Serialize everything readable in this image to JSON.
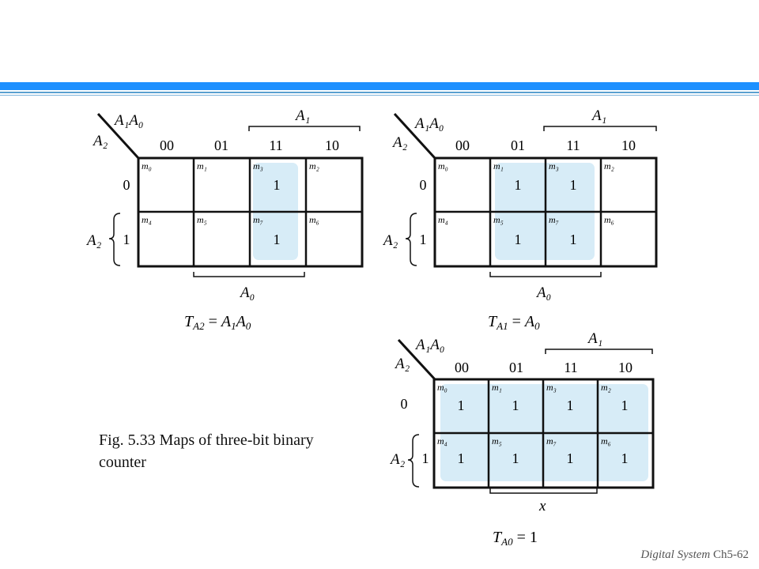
{
  "caption": {
    "line1": "Fig. 5.33 Maps of three-bit binary",
    "line2": "counter"
  },
  "footer": {
    "course": "Digital System",
    "page": "Ch5-62"
  },
  "colors": {
    "header_bar": "#1e90ff",
    "header_lines": "#5aa0d0",
    "highlight_fill": "#d7ecf7",
    "grid": "#111111"
  },
  "maps": [
    {
      "id": "TA2",
      "vars_top": "A₁A₀",
      "var_left": "A₂",
      "col_group_label": "A₁",
      "row_group_label": "A₂",
      "bottom_group_label": "A₀",
      "col_headers": [
        "00",
        "01",
        "11",
        "10"
      ],
      "row_headers": [
        "0",
        "1"
      ],
      "minterms": [
        [
          "m₀",
          "m₁",
          "m₃",
          "m₂"
        ],
        [
          "m₄",
          "m₅",
          "m₇",
          "m₆"
        ]
      ],
      "values": [
        [
          "",
          "",
          "1",
          ""
        ],
        [
          "",
          "",
          "1",
          ""
        ]
      ],
      "group_cells": "column 11",
      "equation": "T_A2 = A1A0"
    },
    {
      "id": "TA1",
      "vars_top": "A₁A₀",
      "var_left": "A₂",
      "col_group_label": "A₁",
      "row_group_label": "A₂",
      "bottom_group_label": "A₀",
      "col_headers": [
        "00",
        "01",
        "11",
        "10"
      ],
      "row_headers": [
        "0",
        "1"
      ],
      "minterms": [
        [
          "m₀",
          "m₁",
          "m₃",
          "m₂"
        ],
        [
          "m₄",
          "m₅",
          "m₇",
          "m₆"
        ]
      ],
      "values": [
        [
          "",
          "1",
          "1",
          ""
        ],
        [
          "",
          "1",
          "1",
          ""
        ]
      ],
      "group_cells": "columns 01, 11",
      "equation": "T_A1 = A0"
    },
    {
      "id": "TA0",
      "vars_top": "A₁A₀",
      "var_left": "A₂",
      "col_group_label": "A₁",
      "row_group_label": "A₂",
      "bottom_group_label": "x",
      "col_headers": [
        "00",
        "01",
        "11",
        "10"
      ],
      "row_headers": [
        "0",
        "1"
      ],
      "minterms": [
        [
          "m₀",
          "m₁",
          "m₃",
          "m₂"
        ],
        [
          "m₄",
          "m₅",
          "m₇",
          "m₆"
        ]
      ],
      "values": [
        [
          "1",
          "1",
          "1",
          "1"
        ],
        [
          "1",
          "1",
          "1",
          "1"
        ]
      ],
      "group_cells": "all cells",
      "equation": "T_A0 = 1"
    }
  ]
}
